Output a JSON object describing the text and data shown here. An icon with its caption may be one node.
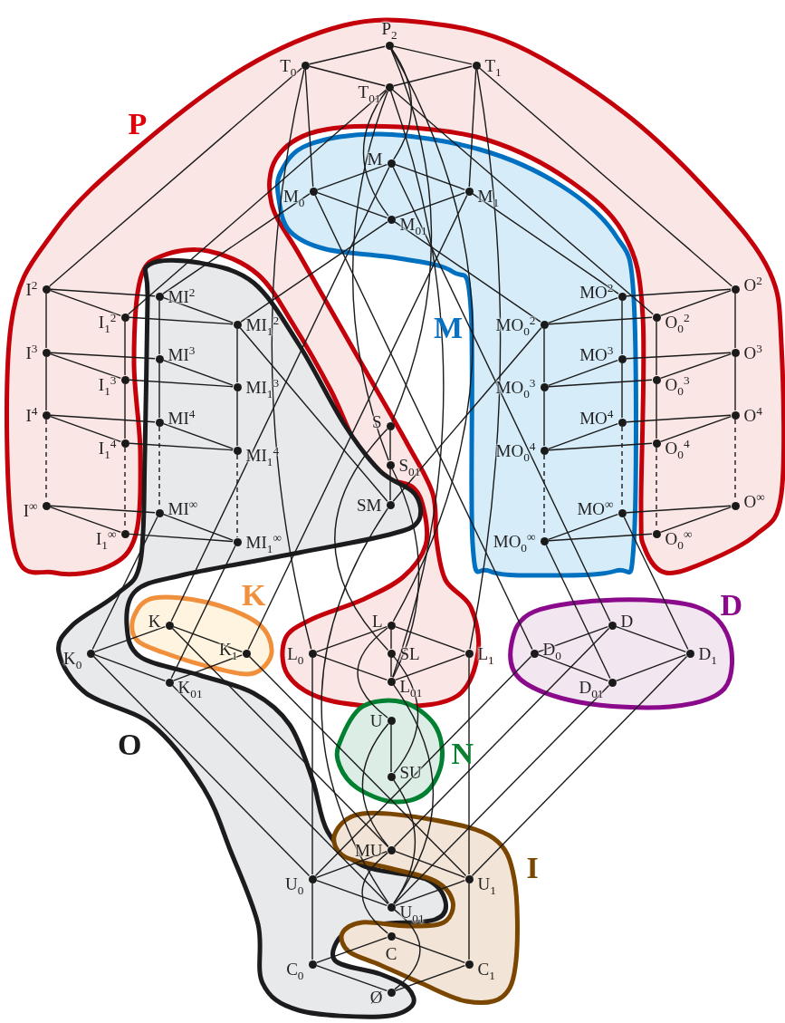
{
  "diagram": {
    "nodes": [
      {
        "text": [
          "P"
        ]
      },
      {
        "text": [
          "P$_{2}$"
        ],
        "in": 0
      },
      {
        "text": [
          "T$_{0}$"
        ],
        "in": 0
      },
      {
        "text": [
          "T$_{1}$"
        ],
        "in": 0
      },
      {
        "text": [
          "T$_{01}$"
        ],
        "in": 0
      },
      {
        "text": [
          "I$^{2}$"
        ],
        "in": 0
      },
      {
        "text": [
          "I$_{1}$$^{2}$"
        ],
        "in": 0
      },
      {
        "text": [
          "I$^{3}$"
        ],
        "in": 0
      },
      {
        "text": [
          "I$_{1}$$^{3}$"
        ],
        "in": 0
      },
      {
        "text": [
          "I$^{4}$"
        ],
        "in": 0
      },
      {
        "text": [
          "I$_{1}$$^{4}$"
        ],
        "in": 0
      },
      {
        "text": [
          "I$^{∞}$"
        ],
        "in": 0
      },
      {
        "text": [
          "I$_{1}$$^{∞}$"
        ],
        "in": 0
      },
      {
        "text": [
          "O$^{2}$"
        ],
        "in": 0
      },
      {
        "text": [
          "O$_{0}$$^{2}$"
        ],
        "in": 0
      },
      {
        "text": [
          "O$^{3}$"
        ],
        "in": 0
      },
      {
        "text": [
          "O$_{0}$$^{3}$"
        ],
        "in": 0
      },
      {
        "text": [
          "O$^{4}$"
        ],
        "in": 0
      },
      {
        "text": [
          "O$_{0}$$^{4}$"
        ],
        "in": 0
      },
      {
        "text": [
          "O$^{∞}$"
        ],
        "in": 0
      },
      {
        "text": [
          "O$_{0}$$^{∞}$"
        ],
        "in": 0
      },
      {
        "text": [
          "S"
        ],
        "in": 0
      },
      {
        "text": [
          "S$_{01}$"
        ],
        "in": 0
      },
      {
        "text": [
          "L"
        ],
        "in": 0
      },
      {
        "text": [
          "L$_{0}$"
        ],
        "in": 0
      },
      {
        "text": [
          "SL"
        ],
        "in": 0
      },
      {
        "text": [
          "L$_{1}$"
        ],
        "in": 0
      },
      {
        "text": [
          "L$_{01}$"
        ],
        "in": 0
      },
      {
        "text": [
          "M"
        ]
      },
      {
        "text": [
          "M"
        ],
        "in": 28
      },
      {
        "text": [
          "M$_{0}$"
        ],
        "in": 28
      },
      {
        "text": [
          "M$_{1}$"
        ],
        "in": 28
      },
      {
        "text": [
          "M$_{01}$"
        ],
        "in": 28
      },
      {
        "text": [
          "MO$^{2}$"
        ],
        "in": 28
      },
      {
        "text": [
          "MO$_{0}$$^{2}$"
        ],
        "in": 28
      },
      {
        "text": [
          "MO$^{3}$"
        ],
        "in": 28
      },
      {
        "text": [
          "MO$_{0}$$^{3}$"
        ],
        "in": 28
      },
      {
        "text": [
          "MO$^{4}$"
        ],
        "in": 28
      },
      {
        "text": [
          "MO$_{0}$$^{4}$"
        ],
        "in": 28
      },
      {
        "text": [
          "MO$^{∞}$"
        ],
        "in": 28
      },
      {
        "text": [
          "MO$_{0}$$^{∞}$"
        ],
        "in": 28
      },
      {
        "text": [
          "O"
        ]
      },
      {
        "text": [
          "MI$^{2}$"
        ],
        "in": 41
      },
      {
        "text": [
          "MI$_{1}$$^{2}$"
        ],
        "in": 41
      },
      {
        "text": [
          "MI$^{3}$"
        ],
        "in": 41
      },
      {
        "text": [
          "MI$_{1}$$^{3}$"
        ],
        "in": 41
      },
      {
        "text": [
          "MI$^{4}$"
        ],
        "in": 41
      },
      {
        "text": [
          "MI$_{1}$$^{4}$"
        ],
        "in": 41
      },
      {
        "text": [
          "MI$^{∞}$"
        ],
        "in": 41
      },
      {
        "text": [
          "MI$_{1}$$^{∞}$"
        ],
        "in": 41
      },
      {
        "text": [
          "SM"
        ],
        "in": 41
      },
      {
        "text": [
          "K$_{0}$"
        ],
        "in": 41
      },
      {
        "text": [
          "K$_{01}$"
        ],
        "in": 41
      },
      {
        "text": [
          "U$_{0}$"
        ],
        "in": 41
      },
      {
        "text": [
          "U$_{01}$"
        ],
        "in": 41
      },
      {
        "text": [
          "C$_{0}$"
        ],
        "in": 41
      },
      {
        "text": [
          "Ø"
        ],
        "in": 41
      },
      {
        "text": [
          "K"
        ]
      },
      {
        "text": [
          "K"
        ],
        "in": 57
      },
      {
        "text": [
          "K$_{1}$"
        ],
        "in": 57
      },
      {
        "text": [
          "D"
        ]
      },
      {
        "text": [
          "D"
        ],
        "in": 60
      },
      {
        "text": [
          "D$_{0}$"
        ],
        "in": 60
      },
      {
        "text": [
          "D$_{1}$"
        ],
        "in": 60
      },
      {
        "text": [
          "D$_{01}$"
        ],
        "in": 60
      },
      {
        "text": [
          "N"
        ]
      },
      {
        "text": [
          "U"
        ],
        "in": 65
      },
      {
        "text": [
          "SU"
        ],
        "in": 65
      },
      {
        "text": [
          "I"
        ]
      },
      {
        "text": [
          "MU"
        ],
        "in": 68
      },
      {
        "text": [
          "U$_{1}$"
        ],
        "in": 68
      },
      {
        "text": [
          "C"
        ],
        "in": 68
      },
      {
        "text": [
          "C$_{1}$"
        ],
        "in": 68
      }
    ],
    "edges": [
      {
        "from": 1,
        "to": 2,
        "arrow": "none"
      },
      {
        "from": 1,
        "to": 3,
        "arrow": "none"
      },
      {
        "from": 2,
        "to": 4,
        "arrow": "none"
      },
      {
        "from": 3,
        "to": 4,
        "arrow": "none"
      },
      {
        "from": 1,
        "to": 29,
        "arrow": "none"
      },
      {
        "from": 1,
        "to": 21,
        "arrow": "none"
      },
      {
        "from": 1,
        "to": 23,
        "arrow": "none"
      },
      {
        "from": 2,
        "to": 30,
        "arrow": "none"
      },
      {
        "from": 2,
        "to": 5,
        "arrow": "none"
      },
      {
        "from": 2,
        "to": 24,
        "arrow": "none"
      },
      {
        "from": 3,
        "to": 31,
        "arrow": "none"
      },
      {
        "from": 3,
        "to": 13,
        "arrow": "none"
      },
      {
        "from": 3,
        "to": 26,
        "arrow": "none"
      },
      {
        "from": 4,
        "to": 32,
        "arrow": "none"
      },
      {
        "from": 4,
        "to": 6,
        "arrow": "none"
      },
      {
        "from": 4,
        "to": 14,
        "arrow": "none"
      },
      {
        "from": 4,
        "to": 22,
        "arrow": "none"
      },
      {
        "from": 4,
        "to": 27,
        "arrow": "none"
      },
      {
        "from": 29,
        "to": 30,
        "arrow": "none"
      },
      {
        "from": 29,
        "to": 31,
        "arrow": "none"
      },
      {
        "from": 30,
        "to": 32,
        "arrow": "none"
      },
      {
        "from": 31,
        "to": 32,
        "arrow": "none"
      },
      {
        "from": 30,
        "to": 42,
        "arrow": "none"
      },
      {
        "from": 31,
        "to": 33,
        "arrow": "none"
      },
      {
        "from": 32,
        "to": 43,
        "arrow": "none"
      },
      {
        "from": 32,
        "to": 34,
        "arrow": "none"
      },
      {
        "from": 29,
        "to": 58,
        "arrow": "none"
      },
      {
        "from": 29,
        "to": 61,
        "arrow": "none"
      },
      {
        "from": 30,
        "to": 62,
        "arrow": "none"
      },
      {
        "from": 31,
        "to": 59,
        "arrow": "none"
      },
      {
        "from": 5,
        "to": 42,
        "arrow": "none"
      },
      {
        "from": 5,
        "to": 6,
        "arrow": "none"
      },
      {
        "from": 42,
        "to": 43,
        "arrow": "none"
      },
      {
        "from": 6,
        "to": 43,
        "arrow": "none"
      },
      {
        "from": 5,
        "to": 7,
        "arrow": "none"
      },
      {
        "from": 6,
        "to": 8,
        "arrow": "none"
      },
      {
        "from": 42,
        "to": 44,
        "arrow": "none"
      },
      {
        "from": 43,
        "to": 45,
        "arrow": "none"
      },
      {
        "from": 7,
        "to": 44,
        "arrow": "none"
      },
      {
        "from": 7,
        "to": 8,
        "arrow": "none"
      },
      {
        "from": 44,
        "to": 45,
        "arrow": "none"
      },
      {
        "from": 8,
        "to": 45,
        "arrow": "none"
      },
      {
        "from": 7,
        "to": 9,
        "arrow": "none"
      },
      {
        "from": 8,
        "to": 10,
        "arrow": "none"
      },
      {
        "from": 44,
        "to": 46,
        "arrow": "none"
      },
      {
        "from": 45,
        "to": 47,
        "arrow": "none"
      },
      {
        "from": 9,
        "to": 46,
        "arrow": "none"
      },
      {
        "from": 9,
        "to": 10,
        "arrow": "none"
      },
      {
        "from": 46,
        "to": 47,
        "arrow": "none"
      },
      {
        "from": 10,
        "to": 47,
        "arrow": "none"
      },
      {
        "from": 9,
        "to": 11,
        "arrow": "none",
        "style": "dashed"
      },
      {
        "from": 10,
        "to": 12,
        "arrow": "none",
        "style": "dashed"
      },
      {
        "from": 46,
        "to": 48,
        "arrow": "none",
        "style": "dashed"
      },
      {
        "from": 47,
        "to": 49,
        "arrow": "none",
        "style": "dashed"
      },
      {
        "from": 11,
        "to": 48,
        "arrow": "none"
      },
      {
        "from": 11,
        "to": 12,
        "arrow": "none"
      },
      {
        "from": 48,
        "to": 49,
        "arrow": "none"
      },
      {
        "from": 12,
        "to": 49,
        "arrow": "none"
      },
      {
        "from": 13,
        "to": 33,
        "arrow": "none"
      },
      {
        "from": 13,
        "to": 14,
        "arrow": "none"
      },
      {
        "from": 33,
        "to": 34,
        "arrow": "none"
      },
      {
        "from": 14,
        "to": 34,
        "arrow": "none"
      },
      {
        "from": 13,
        "to": 15,
        "arrow": "none"
      },
      {
        "from": 14,
        "to": 16,
        "arrow": "none"
      },
      {
        "from": 33,
        "to": 35,
        "arrow": "none"
      },
      {
        "from": 34,
        "to": 36,
        "arrow": "none"
      },
      {
        "from": 15,
        "to": 35,
        "arrow": "none"
      },
      {
        "from": 15,
        "to": 16,
        "arrow": "none"
      },
      {
        "from": 35,
        "to": 36,
        "arrow": "none"
      },
      {
        "from": 16,
        "to": 36,
        "arrow": "none"
      },
      {
        "from": 15,
        "to": 17,
        "arrow": "none"
      },
      {
        "from": 16,
        "to": 18,
        "arrow": "none"
      },
      {
        "from": 35,
        "to": 37,
        "arrow": "none"
      },
      {
        "from": 36,
        "to": 38,
        "arrow": "none"
      },
      {
        "from": 17,
        "to": 37,
        "arrow": "none"
      },
      {
        "from": 17,
        "to": 18,
        "arrow": "none"
      },
      {
        "from": 37,
        "to": 38,
        "arrow": "none"
      },
      {
        "from": 18,
        "to": 38,
        "arrow": "none"
      },
      {
        "from": 17,
        "to": 19,
        "arrow": "none",
        "style": "dashed"
      },
      {
        "from": 18,
        "to": 20,
        "arrow": "none",
        "style": "dashed"
      },
      {
        "from": 37,
        "to": 39,
        "arrow": "none",
        "style": "dashed"
      },
      {
        "from": 38,
        "to": 40,
        "arrow": "none",
        "style": "dashed"
      },
      {
        "from": 19,
        "to": 39,
        "arrow": "none"
      },
      {
        "from": 19,
        "to": 20,
        "arrow": "none"
      },
      {
        "from": 39,
        "to": 40,
        "arrow": "none"
      },
      {
        "from": 20,
        "to": 40,
        "arrow": "none"
      },
      {
        "from": 21,
        "to": 22,
        "arrow": "none"
      },
      {
        "from": 22,
        "to": 50,
        "arrow": "none"
      },
      {
        "from": 43,
        "to": 50,
        "arrow": "none"
      },
      {
        "from": 34,
        "to": 50,
        "arrow": "none"
      },
      {
        "from": 21,
        "to": 25,
        "arrow": "none"
      },
      {
        "from": 22,
        "to": 27,
        "arrow": "none"
      },
      {
        "from": 50,
        "to": 54,
        "arrow": "none"
      },
      {
        "from": 48,
        "to": 51,
        "arrow": "none"
      },
      {
        "from": 49,
        "to": 52,
        "arrow": "none"
      },
      {
        "from": 39,
        "to": 63,
        "arrow": "none"
      },
      {
        "from": 40,
        "to": 64,
        "arrow": "none"
      },
      {
        "from": 58,
        "to": 51,
        "arrow": "none"
      },
      {
        "from": 58,
        "to": 59,
        "arrow": "none"
      },
      {
        "from": 51,
        "to": 52,
        "arrow": "none"
      },
      {
        "from": 59,
        "to": 52,
        "arrow": "none"
      },
      {
        "from": 61,
        "to": 62,
        "arrow": "none"
      },
      {
        "from": 61,
        "to": 63,
        "arrow": "none"
      },
      {
        "from": 62,
        "to": 64,
        "arrow": "none"
      },
      {
        "from": 63,
        "to": 64,
        "arrow": "none"
      },
      {
        "from": 23,
        "to": 24,
        "arrow": "none"
      },
      {
        "from": 23,
        "to": 26,
        "arrow": "none"
      },
      {
        "from": 24,
        "to": 27,
        "arrow": "none"
      },
      {
        "from": 26,
        "to": 27,
        "arrow": "none"
      },
      {
        "from": 23,
        "to": 25,
        "arrow": "none"
      },
      {
        "from": 25,
        "to": 27,
        "arrow": "none"
      },
      {
        "from": 23,
        "to": 66,
        "arrow": "none"
      },
      {
        "from": 25,
        "to": 67,
        "arrow": "none"
      },
      {
        "from": 27,
        "to": 54,
        "arrow": "none"
      },
      {
        "from": 24,
        "to": 53,
        "arrow": "none"
      },
      {
        "from": 26,
        "to": 70,
        "arrow": "none"
      },
      {
        "from": 66,
        "to": 67,
        "arrow": "none"
      },
      {
        "from": 66,
        "to": 69,
        "arrow": "none"
      },
      {
        "from": 67,
        "to": 54,
        "arrow": "none"
      },
      {
        "from": 58,
        "to": 69,
        "arrow": "none"
      },
      {
        "from": 51,
        "to": 53,
        "arrow": "none"
      },
      {
        "from": 59,
        "to": 70,
        "arrow": "none"
      },
      {
        "from": 52,
        "to": 54,
        "arrow": "none"
      },
      {
        "from": 61,
        "to": 69,
        "arrow": "none"
      },
      {
        "from": 62,
        "to": 53,
        "arrow": "none"
      },
      {
        "from": 63,
        "to": 70,
        "arrow": "none"
      },
      {
        "from": 64,
        "to": 54,
        "arrow": "none"
      },
      {
        "from": 69,
        "to": 53,
        "arrow": "none"
      },
      {
        "from": 69,
        "to": 70,
        "arrow": "none"
      },
      {
        "from": 53,
        "to": 54,
        "arrow": "none"
      },
      {
        "from": 70,
        "to": 54,
        "arrow": "none"
      },
      {
        "from": 53,
        "to": 55,
        "arrow": "none"
      },
      {
        "from": 70,
        "to": 72,
        "arrow": "none"
      },
      {
        "from": 69,
        "to": 71,
        "arrow": "none"
      },
      {
        "from": 54,
        "to": 56,
        "arrow": "none"
      },
      {
        "from": 71,
        "to": 55,
        "arrow": "none"
      },
      {
        "from": 71,
        "to": 72,
        "arrow": "none"
      },
      {
        "from": 55,
        "to": 56,
        "arrow": "none"
      },
      {
        "from": 72,
        "to": 56,
        "arrow": "none"
      }
    ]
  }
}
